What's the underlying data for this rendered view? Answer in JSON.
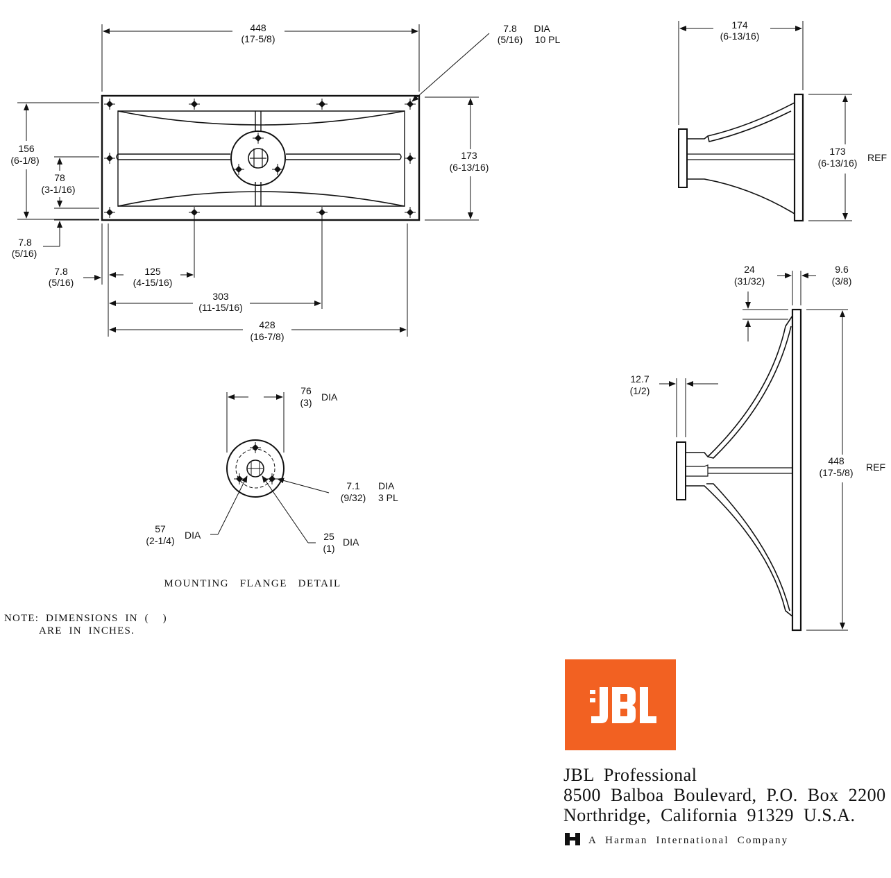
{
  "front_view": {
    "width_overall": {
      "mm": "448",
      "in": "(17-5/8)"
    },
    "hole": {
      "mm": "7.8",
      "dia": "DIA",
      "in": "(5/16)",
      "count": "10 PL"
    },
    "height_left": {
      "mm": "156",
      "in": "(6-1/8)"
    },
    "half_height": {
      "mm": "78",
      "in": "(3-1/16)"
    },
    "height_right": {
      "mm": "173",
      "in": "(6-13/16)"
    },
    "edge_vertical": {
      "mm": "7.8",
      "in": "(5/16)"
    },
    "edge_horizontal": {
      "mm": "7.8",
      "in": "(5/16)"
    },
    "hole_spacing_1": {
      "mm": "125",
      "in": "(4-15/16)"
    },
    "hole_spacing_2": {
      "mm": "303",
      "in": "(11-15/16)"
    },
    "hole_spacing_3": {
      "mm": "428",
      "in": "(16-7/8)"
    }
  },
  "side_view_top": {
    "depth": {
      "mm": "174",
      "in": "(6-13/16)"
    },
    "height": {
      "mm": "173",
      "in": "(6-13/16)",
      "ref": "REF"
    }
  },
  "side_view_bottom": {
    "dim_24": {
      "mm": "24",
      "in": "(31/32)"
    },
    "dim_9_6": {
      "mm": "9.6",
      "in": "(3/8)"
    },
    "dim_12_7": {
      "mm": "12.7",
      "in": "(1/2)"
    },
    "height": {
      "mm": "448",
      "in": "(17-5/8)",
      "ref": "REF"
    }
  },
  "flange_detail": {
    "outer": {
      "mm": "76",
      "in": "(3)",
      "dia": "DIA"
    },
    "holes": {
      "mm": "7.1",
      "in": "(9/32)",
      "dia": "DIA",
      "count": "3 PL"
    },
    "bolt_circle": {
      "mm": "57",
      "in": "(2-1/4)",
      "dia": "DIA"
    },
    "throat": {
      "mm": "25",
      "in": "(1)",
      "dia": "DIA"
    },
    "caption": "MOUNTING   FLANGE   DETAIL"
  },
  "note": {
    "line1": "NOTE:  DIMENSIONS  IN  (    )",
    "line2": "ARE  IN  INCHES."
  },
  "brand": {
    "logo_text": "JBL",
    "logo_color": "#f26122",
    "name": "JBL  Professional",
    "address1": "8500  Balboa  Boulevard,  P.O.  Box  2200",
    "address2": "Northridge,  California  91329  U.S.A.",
    "parent": "A  Harman  International  Company"
  }
}
